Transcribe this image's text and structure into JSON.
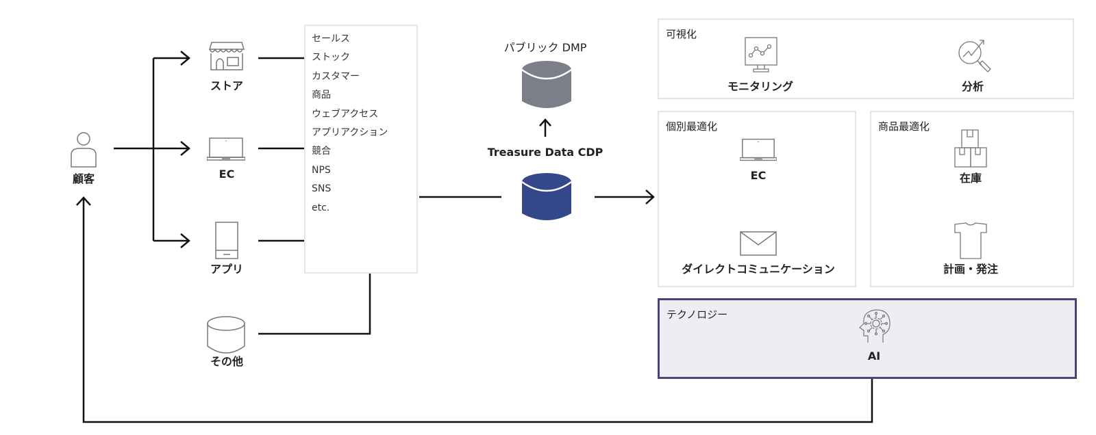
{
  "customer": {
    "label": "顧客",
    "icon": "person-icon"
  },
  "channels": [
    {
      "label": "ストア",
      "icon": "store-icon"
    },
    {
      "label": "EC",
      "icon": "laptop-icon"
    },
    {
      "label": "アプリ",
      "icon": "smartphone-icon"
    },
    {
      "label": "その他",
      "icon": "database-icon"
    }
  ],
  "data_sources": {
    "items": [
      "セールス",
      "ストック",
      "カスタマー",
      "商品",
      "ウェブアクセス",
      "アプリアクション",
      "競合",
      "NPS",
      "SNS",
      "etc."
    ]
  },
  "public_dmp": {
    "label": "パブリック DMP",
    "color": "#7b7f8a"
  },
  "cdp": {
    "label": "Treasure Data CDP",
    "color": "#34488a"
  },
  "panels": {
    "visualization": {
      "title": "可視化",
      "items": [
        {
          "label": "モニタリング",
          "icon": "monitor-chart-icon"
        },
        {
          "label": "分析",
          "icon": "analysis-magnifier-icon"
        }
      ]
    },
    "personalization": {
      "title": "個別最適化",
      "items": [
        {
          "label": "EC",
          "icon": "laptop-icon"
        },
        {
          "label": "ダイレクトコミュニケーション",
          "icon": "envelope-icon"
        }
      ]
    },
    "product_optimization": {
      "title": "商品最適化",
      "items": [
        {
          "label": "在庫",
          "icon": "boxes-icon"
        },
        {
          "label": "計画・発注",
          "icon": "tshirt-icon"
        }
      ]
    },
    "technology": {
      "title": "テクノロジー",
      "items": [
        {
          "label": "AI",
          "icon": "ai-head-icon"
        }
      ],
      "border_color": "#4a4477",
      "background": "#eeedf3"
    }
  }
}
